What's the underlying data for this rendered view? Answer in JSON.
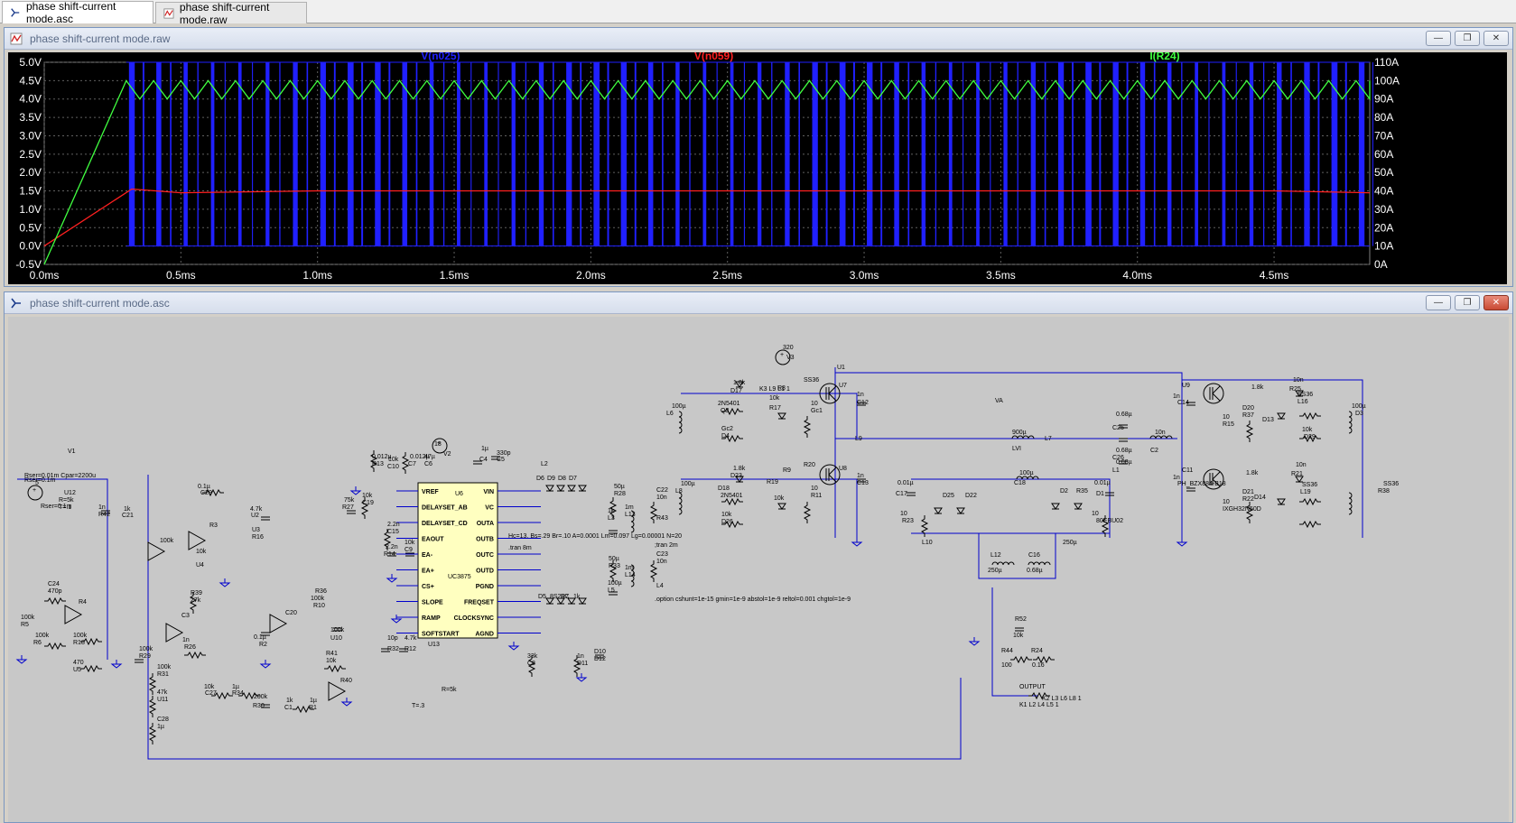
{
  "tabs": [
    {
      "label": "phase shift-current mode.asc",
      "icon": "schematic-icon",
      "active": true
    },
    {
      "label": "phase shift-current mode.raw",
      "icon": "waveform-icon",
      "active": false
    }
  ],
  "waveform_window": {
    "title": "phase shift-current mode.raw",
    "icon": "waveform-icon"
  },
  "schematic_window": {
    "title": "phase shift-current mode.asc",
    "icon": "schematic-icon"
  },
  "colors": {
    "trace_vn025": "#2020ff",
    "trace_vn059": "#ff2020",
    "trace_ir24": "#40ff40",
    "plot_bg": "#000000",
    "wire": "#0000cc",
    "ic_fill": "#ffffc0"
  },
  "chart_data": {
    "type": "line",
    "series": [
      {
        "name": "V(n025)",
        "axis": "left",
        "color": "#2020ff",
        "kind": "pwm",
        "low": 0.0,
        "high": 5.0
      },
      {
        "name": "V(n059)",
        "axis": "left",
        "color": "#ff2020",
        "x": [
          0.0,
          0.32,
          0.5,
          1.0,
          1.5,
          2.0,
          2.5,
          3.0,
          3.5,
          4.0,
          4.5,
          4.85
        ],
        "y": [
          0.0,
          1.55,
          1.45,
          1.5,
          1.5,
          1.5,
          1.5,
          1.5,
          1.5,
          1.5,
          1.5,
          1.45
        ]
      },
      {
        "name": "I(R24)",
        "axis": "right",
        "color": "#40ff40",
        "x": [
          0.0,
          0.3,
          4.85
        ],
        "y": [
          0.0,
          100.0,
          95.0
        ],
        "ripple_low": 90,
        "ripple_high": 100
      }
    ],
    "x_unit": "ms",
    "xlim": [
      0.0,
      4.85
    ],
    "ylim_left": [
      -0.5,
      5.0
    ],
    "ylim_right": [
      0,
      110
    ],
    "x_ticks": [
      "0.0ms",
      "0.5ms",
      "1.0ms",
      "1.5ms",
      "2.0ms",
      "2.5ms",
      "3.0ms",
      "3.5ms",
      "4.0ms",
      "4.5ms"
    ],
    "y_ticks_left": [
      "5.0V",
      "4.5V",
      "4.0V",
      "3.5V",
      "3.0V",
      "2.5V",
      "2.0V",
      "1.5V",
      "1.0V",
      "0.5V",
      "0.0V",
      "-0.5V"
    ],
    "y_ticks_right": [
      "110A",
      "100A",
      "90A",
      "80A",
      "70A",
      "60A",
      "50A",
      "40A",
      "30A",
      "20A",
      "10A",
      "0A"
    ],
    "grid": true
  },
  "schematic": {
    "ic_main": {
      "ref": "U6",
      "part": "UC3875",
      "pins_left": [
        "VREF",
        "DELAYSET_AB",
        "DELAYSET_CD",
        "EAOUT",
        "EA-",
        "EA+",
        "CS+",
        "SLOPE",
        "RAMP",
        "SOFTSTART"
      ],
      "pins_right": [
        "VIN",
        "VC",
        "OUTA",
        "OUTB",
        "OUTC",
        "OUTD",
        "PGND",
        "FREQSET",
        "CLOCKSYNC",
        "AGND"
      ]
    },
    "labels": [
      "Rser=0.1m",
      "V1",
      "18",
      "V2",
      "320",
      "V3",
      "5",
      "Rser=0.1m",
      "Rser=0.01m Cpar=2200u",
      "U1",
      "U7",
      "U8",
      "U9",
      "C11",
      "1n",
      "C12",
      "1n",
      "C13",
      "1n",
      "C14",
      "1n",
      "PH_BZX884-B18",
      "K3 L9 L1 1",
      "VA",
      "L9",
      "900µ",
      "LVI",
      "L7",
      "10n",
      "C2",
      "0.68µ",
      "C25",
      "0.68µ",
      "C26",
      "0.68µ",
      "L1",
      "100µ",
      "C18",
      "0.01µ",
      "C17",
      "0.01µ",
      "D1",
      "D25",
      "D22",
      "D2",
      "R35",
      "10",
      "R23",
      "10",
      "80EBU02",
      "L10",
      "250µ",
      "L12",
      "250µ",
      "C16",
      "0.68µ",
      "R52",
      "10k",
      "R44",
      "100",
      "R24",
      "0.16",
      "OUTPUT",
      "K1 L2 L4 L5 1",
      "K2 L3 L6 L8 1",
      "Hc=13. Bs=.29 Br=.10 A=0.0001 Lm=0.097 Lg=0.00001 N=20",
      ".tran 8m",
      ";tran 2m",
      ".option cshunt=1e-15 gmin=1e-9 abstol=1e-9 reltol=0.001 chgtol=1e-9",
      "U13",
      "R=5k",
      "T=.3",
      "U12",
      "R=5k",
      "T=.1",
      "R36",
      "100k",
      "R10",
      "1k",
      "C21",
      "0.1µ",
      "C29",
      "1n",
      "R42",
      "4.7k",
      "U2",
      "U3",
      "R16",
      "100k",
      "R3",
      "10k",
      "U4",
      "C24",
      "470p",
      "R4",
      "100k",
      "R5",
      "100k",
      "R6",
      "100k",
      "R18",
      "470",
      "U5",
      "R39",
      "27k",
      "C3",
      "1n",
      "R26",
      "100k",
      "R29",
      "100k",
      "R31",
      "47k",
      "U11",
      "C28",
      "1µ",
      "C20",
      "0.1µ",
      "R2",
      "100k",
      "U10",
      "R41",
      "10k",
      "R40",
      "10k",
      "C27",
      "1µ",
      "R34",
      "200k",
      "R30",
      "1k",
      "C1",
      "1µ",
      "R1",
      "75k",
      "R27",
      "10k",
      "C19",
      "2.2n",
      "C15",
      "2.2n",
      "R14",
      "10k",
      "C9",
      "0.012µ",
      "R13",
      "10k",
      "C10",
      "0.012µ",
      "C7",
      "47µ",
      "C6",
      "1µ",
      "C4",
      "330p",
      "C5",
      "10p",
      "R32",
      "4.7k",
      "R12",
      "33k",
      "C8",
      "1n",
      "D11",
      "D10",
      "D12",
      "D6",
      "D9",
      "D8",
      "D7",
      "D5",
      "8S20C",
      "R7",
      "1k",
      "L2",
      "50µ",
      "R28",
      "1m",
      "L13",
      "C22",
      "10n",
      "R43",
      "1k",
      "L3",
      "50µ",
      "R33",
      "1m",
      "L14",
      "C23",
      "10n",
      "L4",
      "100µ",
      "L5",
      "100µ",
      "L6",
      "100µ",
      "L8",
      "100µ",
      "D3",
      "SS36",
      "R38",
      "1.8k",
      "D17",
      "2N5401",
      "Q3",
      "R8",
      "10k",
      "R17",
      "10",
      "Gc1",
      "Gc2",
      "D4",
      "SS36",
      "R20",
      "1.8k",
      "D23",
      "D18",
      "2N5401",
      "R9",
      "10k",
      "R19",
      "10",
      "R11",
      "10k",
      "D26",
      "D20",
      "R37",
      "1.8k",
      "D13",
      "SS36",
      "L16",
      "10n",
      "R25",
      "10",
      "R15",
      "10k",
      "D29",
      "D21",
      "R22",
      "1.8k",
      "D14",
      "SS36",
      "L19",
      "10n",
      "R21",
      "10",
      "IXGH32N50D"
    ]
  }
}
